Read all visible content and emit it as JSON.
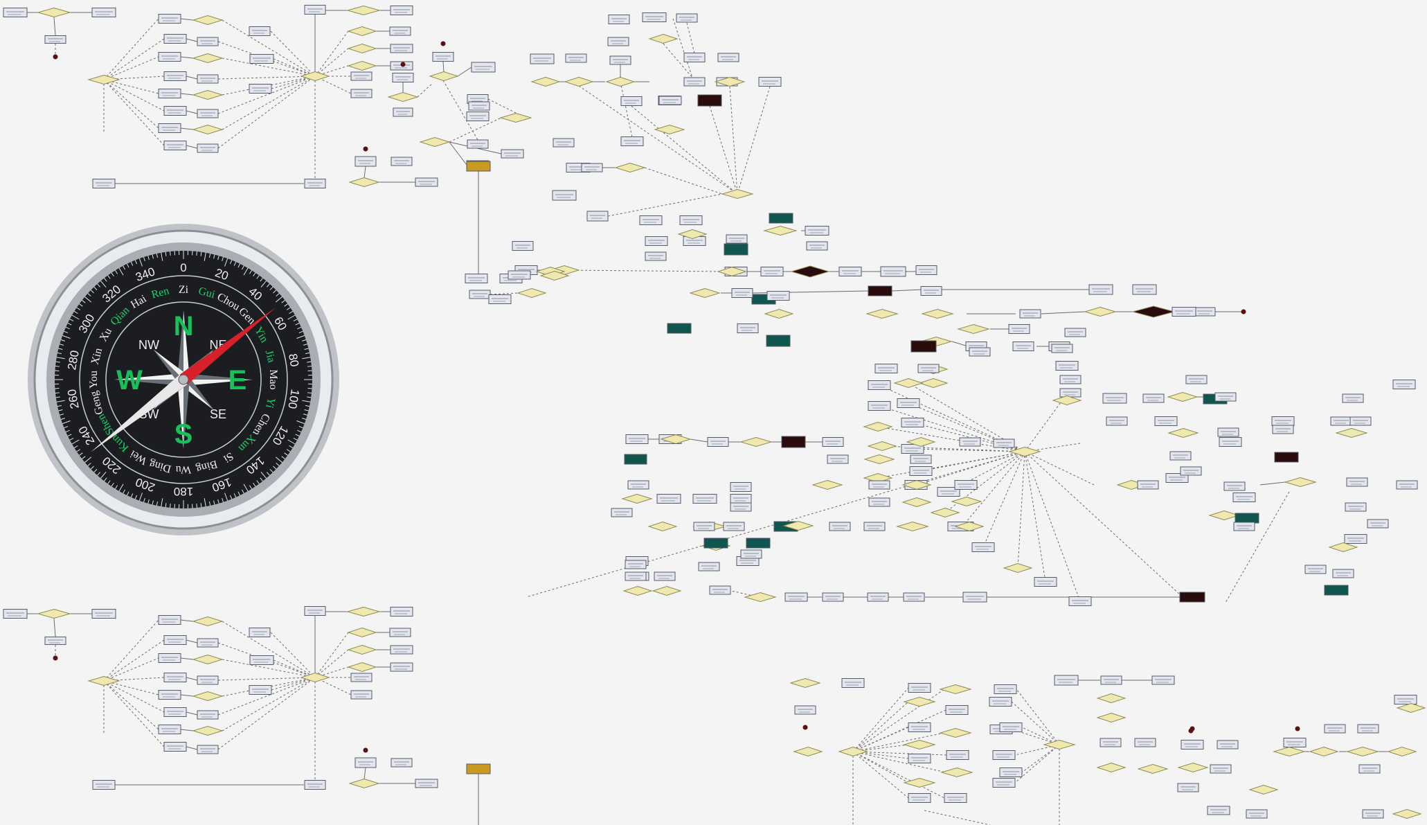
{
  "colors": {
    "background": "#f4f4f4",
    "node_fill": "#e3e6ef",
    "node_stroke": "#555b66",
    "decision_fill": "#efe9b0",
    "decision_stroke": "#8f8a54",
    "edge": "#6a6a6a",
    "teal": "#11564e",
    "dark": "#2a0c0c",
    "gold": "#c99a22",
    "navy": "#12215a",
    "compass_needle_north": "#d6202a",
    "compass_cardinal": "#18c05a"
  },
  "diagram": {
    "node_types": [
      "process-box",
      "decision-diamond",
      "start-marker",
      "highlight-box"
    ],
    "text_legible": false
  },
  "compass": {
    "icon": "compass-icon",
    "cardinals": [
      "N",
      "E",
      "S",
      "W"
    ],
    "intercardinals": [
      "NE",
      "SE",
      "SW",
      "NW"
    ],
    "degree_labels": [
      "0",
      "20",
      "40",
      "60",
      "80",
      "100",
      "120",
      "140",
      "160",
      "180",
      "200",
      "220",
      "240",
      "260",
      "280",
      "300",
      "320",
      "340"
    ],
    "earthly_branches": [
      "Zi",
      "Gui",
      "Chou",
      "Gen",
      "Yin",
      "Jia",
      "Mao",
      "Yi",
      "Chen",
      "Xun",
      "Si",
      "Bing",
      "Wu",
      "Ding",
      "Wei",
      "Kun",
      "Shen",
      "Geng",
      "You",
      "Xin",
      "Xu",
      "Qian",
      "Hai",
      "Ren"
    ]
  }
}
